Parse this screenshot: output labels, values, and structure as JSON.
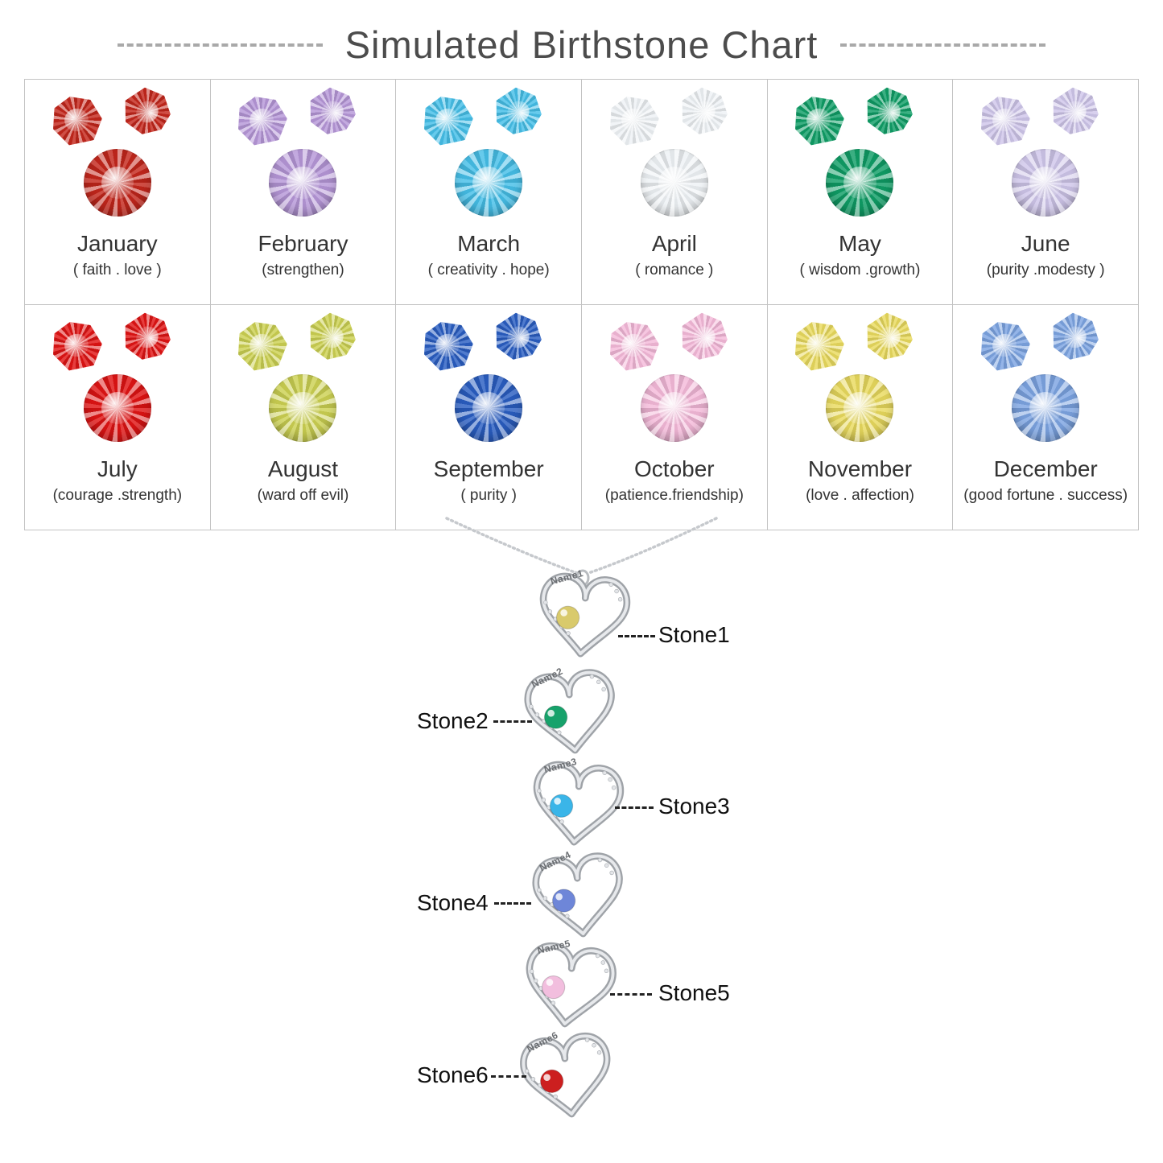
{
  "title": "Simulated Birthstone Chart",
  "months": [
    {
      "name": "January",
      "traits": "( faith . love )",
      "color": "#c4271c"
    },
    {
      "name": "February",
      "traits": "(strengthen)",
      "color": "#b697d8"
    },
    {
      "name": "March",
      "traits": "( creativity . hope)",
      "color": "#46bfe8"
    },
    {
      "name": "April",
      "traits": "( romance )",
      "color": "#eef2f5"
    },
    {
      "name": "May",
      "traits": "( wisdom .growth)",
      "color": "#109e66"
    },
    {
      "name": "June",
      "traits": "(purity .modesty )",
      "color": "#cfc6ea"
    },
    {
      "name": "July",
      "traits": "(courage .strength)",
      "color": "#e01414"
    },
    {
      "name": "August",
      "traits": "(ward off evil)",
      "color": "#ccd152"
    },
    {
      "name": "September",
      "traits": "( purity )",
      "color": "#2a5ec2"
    },
    {
      "name": "October",
      "traits": "(patience.friendship)",
      "color": "#f4b9d9"
    },
    {
      "name": "November",
      "traits": "(love . affection)",
      "color": "#e9da5e"
    },
    {
      "name": "December",
      "traits": "(good fortune . success)",
      "color": "#7ca4e2"
    }
  ],
  "pendant": {
    "hearts": [
      {
        "name": "Name1",
        "stone_label": "Stone1",
        "side": "right",
        "color": "#d9ca6c"
      },
      {
        "name": "Name2",
        "stone_label": "Stone2",
        "side": "left",
        "color": "#17a26b"
      },
      {
        "name": "Name3",
        "stone_label": "Stone3",
        "side": "right",
        "color": "#3ab5e8"
      },
      {
        "name": "Name4",
        "stone_label": "Stone4",
        "side": "left",
        "color": "#6e86d8"
      },
      {
        "name": "Name5",
        "stone_label": "Stone5",
        "side": "right",
        "color": "#f2bede"
      },
      {
        "name": "Name6",
        "stone_label": "Stone6",
        "side": "left",
        "color": "#cc1f1f"
      }
    ]
  }
}
